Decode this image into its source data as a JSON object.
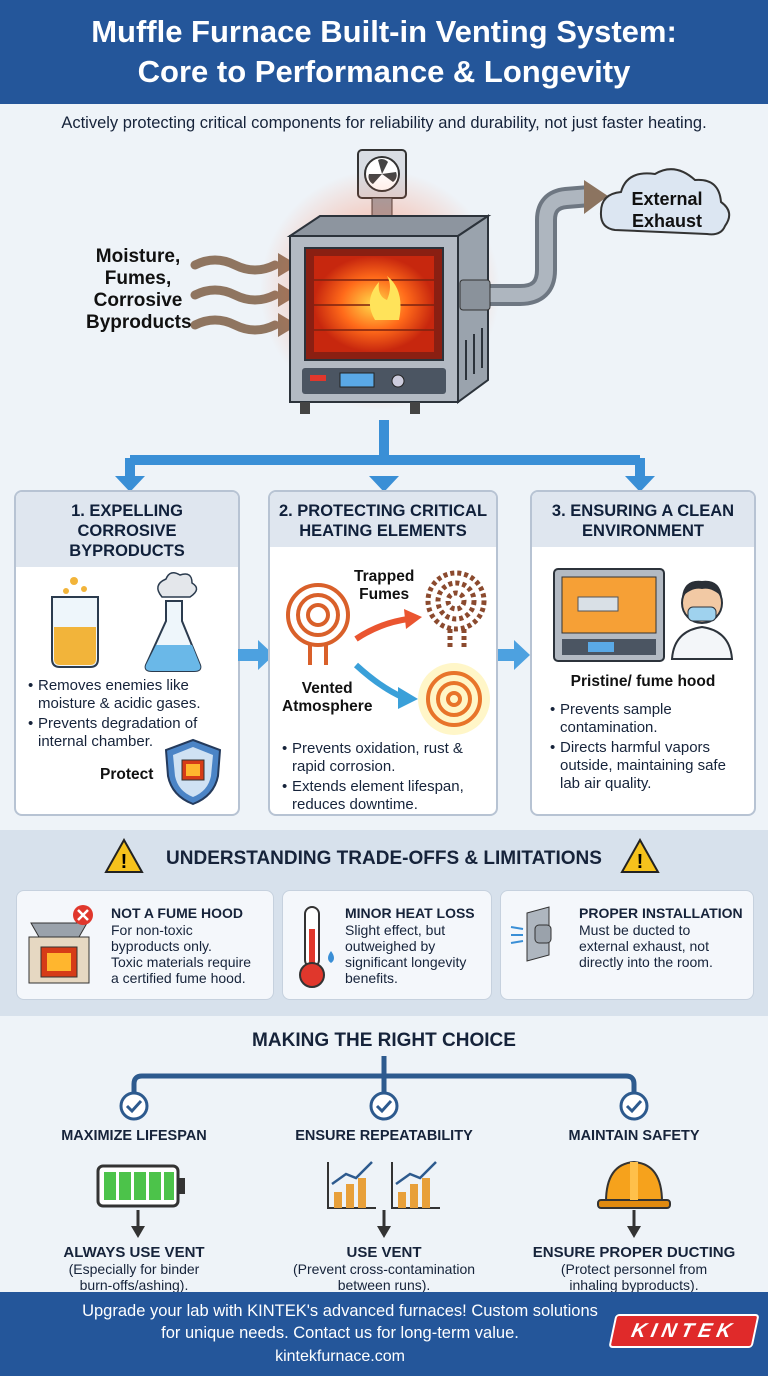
{
  "header": {
    "line1": "Muffle Furnace Built-in Venting System:",
    "line2": "Core to Performance & Longevity"
  },
  "subtitle": "Actively protecting critical components for reliability and durability, not just faster heating.",
  "hero": {
    "inputs_label": [
      "Moisture,",
      "Fumes,",
      "Corrosive",
      "Byproducts"
    ],
    "exhaust_label": [
      "External",
      "Exhaust"
    ]
  },
  "cards": [
    {
      "title": [
        "1. EXPELLING CORROSIVE",
        "BYPRODUCTS"
      ],
      "bullets": [
        "Removes enemies like moisture & acidic gases.",
        "Prevents degradation of internal chamber."
      ],
      "shield_label": "Protect"
    },
    {
      "title": [
        "2. PROTECTING CRITICAL",
        "HEATING ELEMENTS"
      ],
      "trapped_label": [
        "Trapped",
        "Fumes"
      ],
      "vented_label": [
        "Vented",
        "Atmosphere"
      ],
      "bullets": [
        "Prevents oxidation, rust & rapid corrosion.",
        "Extends element lifespan, reduces downtime."
      ]
    },
    {
      "title": [
        "3. ENSURING A CLEAN",
        "ENVIRONMENT"
      ],
      "caption": "Pristine/ fume hood",
      "bullets": [
        "Prevents sample contamination.",
        "Directs harmful vapors outside, maintaining safe lab air quality."
      ]
    }
  ],
  "tradeoffs": {
    "title": "UNDERSTANDING TRADE-OFFS & LIMITATIONS",
    "items": [
      {
        "title": "NOT A FUME HOOD",
        "text": [
          "For non-toxic",
          "byproducts only.",
          "Toxic materials require",
          "a certified fume hood."
        ]
      },
      {
        "title": "MINOR HEAT LOSS",
        "text": [
          "Slight effect, but",
          "outweighed by",
          "significant longevity",
          "benefits."
        ]
      },
      {
        "title": "PROPER INSTALLATION",
        "text": [
          "Must be ducted to",
          "external exhaust, not",
          "directly into the room."
        ]
      }
    ]
  },
  "choice": {
    "title": "MAKING THE RIGHT CHOICE",
    "columns": [
      {
        "heading": "MAXIMIZE LIFESPAN",
        "action": "ALWAYS USE VENT",
        "sub": [
          "(Especially for binder",
          "burn-offs/ashing)."
        ]
      },
      {
        "heading": "ENSURE REPEATABILITY",
        "action": "USE VENT",
        "sub": [
          "(Prevent cross-contamination",
          "between runs)."
        ]
      },
      {
        "heading": "MAINTAIN SAFETY",
        "action": "ENSURE PROPER DUCTING",
        "sub": [
          "(Protect personnel from",
          "inhaling byproducts)."
        ]
      }
    ]
  },
  "footer": {
    "line1": "Upgrade your lab with KINTEK's advanced furnaces! Custom solutions",
    "line2": "for unique needs. Contact us for long-term value.",
    "url": "kintekfurnace.com",
    "logo": "KINTEK"
  },
  "colors": {
    "brand_blue": "#24569a",
    "arrow_blue": "#3a8fd6",
    "alert_yellow": "#f6c21c",
    "logo_red": "#e02a2a"
  }
}
